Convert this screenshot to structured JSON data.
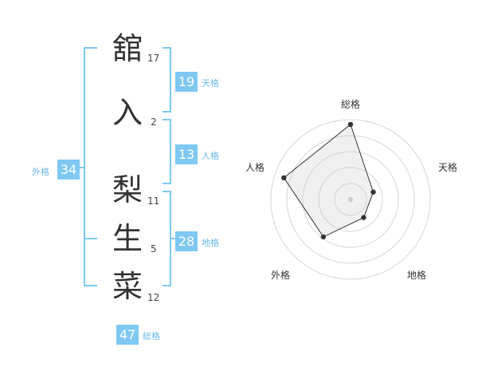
{
  "name_chars": [
    {
      "char": "舘",
      "strokes": "17"
    },
    {
      "char": "入",
      "strokes": "2"
    },
    {
      "char": "梨",
      "strokes": "11"
    },
    {
      "char": "生",
      "strokes": "5"
    },
    {
      "char": "菜",
      "strokes": "12"
    }
  ],
  "kaku": {
    "ten": {
      "value": "19",
      "label": "天格"
    },
    "jin": {
      "value": "13",
      "label": "人格"
    },
    "chi": {
      "value": "28",
      "label": "地格"
    },
    "gai": {
      "value": "34",
      "label": "外格"
    },
    "so": {
      "value": "47",
      "label": "総格"
    }
  },
  "colors": {
    "accent": "#7ec8f2",
    "bracket": "#7ec8f2",
    "text": "#333333"
  },
  "chart_data": {
    "type": "radar",
    "axes": [
      "総格",
      "天格",
      "地格",
      "外格",
      "人格"
    ],
    "max": 5,
    "rings": 5,
    "values": [
      4.7,
      1.5,
      1.4,
      2.9,
      4.4
    ]
  }
}
